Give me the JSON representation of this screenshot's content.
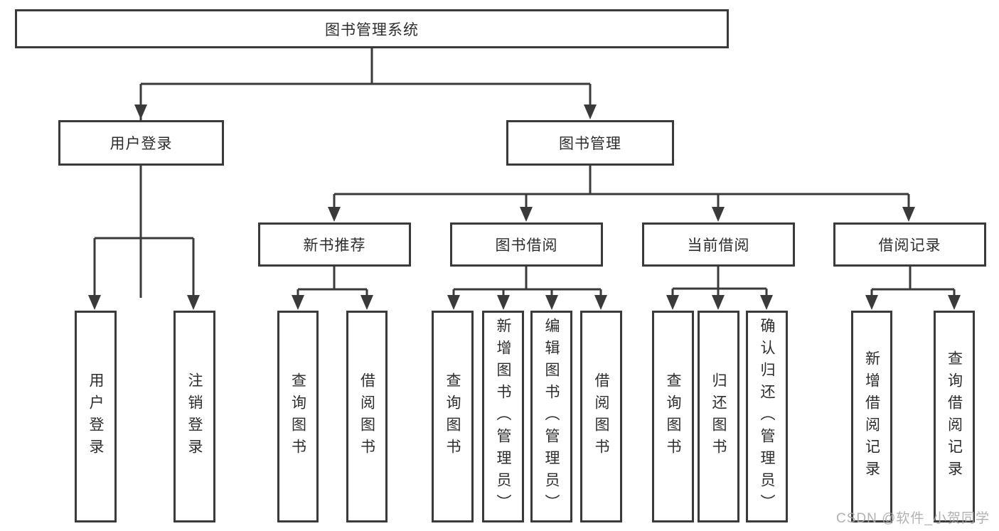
{
  "diagram": {
    "watermark": "CSDN @软件_小贺同学",
    "colors": {
      "line": "#3a3a3a",
      "border": "#3a3a3a",
      "fill": "#ffffff",
      "text": "#2d2d2d",
      "watermark": "#a9a9a9"
    }
  },
  "tree": {
    "label": "图书管理系统",
    "children": [
      {
        "label": "用户登录",
        "children": [
          {
            "label": "用户登录"
          },
          {
            "label": "注销登录"
          }
        ]
      },
      {
        "label": "图书管理",
        "children": [
          {
            "label": "新书推荐",
            "children": [
              {
                "label": "查询图书"
              },
              {
                "label": "借阅图书"
              }
            ]
          },
          {
            "label": "图书借阅",
            "children": [
              {
                "label": "查询图书"
              },
              {
                "label": "新增图书（管理员）"
              },
              {
                "label": "编辑图书（管理员）"
              },
              {
                "label": "借阅图书"
              }
            ]
          },
          {
            "label": "当前借阅",
            "children": [
              {
                "label": "查询图书"
              },
              {
                "label": "归还图书"
              },
              {
                "label": "确认归还（管理员）"
              }
            ]
          },
          {
            "label": "借阅记录",
            "children": [
              {
                "label": "新增借阅记录"
              },
              {
                "label": "查询借阅记录"
              }
            ]
          }
        ]
      }
    ]
  }
}
